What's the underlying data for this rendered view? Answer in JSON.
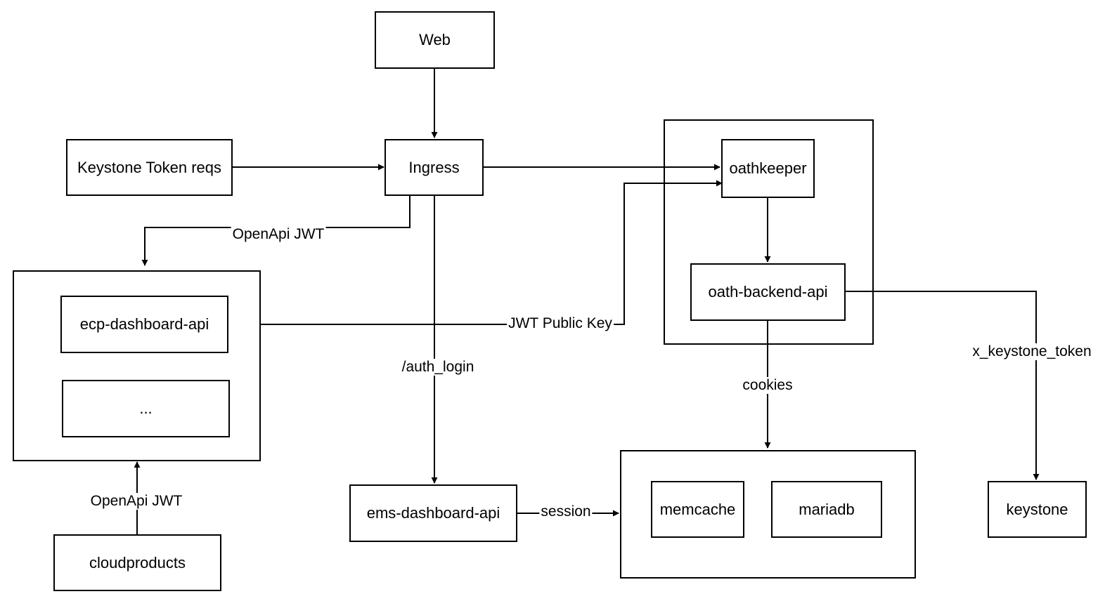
{
  "nodes": {
    "web": "Web",
    "ingress": "Ingress",
    "keystone_token_reqs": "Keystone Token reqs",
    "oathkeeper": "oathkeeper",
    "oath_backend_api": "oath-backend-api",
    "ecp_dashboard_api": "ecp-dashboard-api",
    "ellipsis": "...",
    "ems_dashboard_api": "ems-dashboard-api",
    "memcache": "memcache",
    "mariadb": "mariadb",
    "keystone": "keystone",
    "cloudproducts": "cloudproducts"
  },
  "edges": {
    "openapi_jwt_ingress": "OpenApi JWT",
    "jwt_public_key": "JWT Public Key",
    "auth_login": "/auth_login",
    "cookies": "cookies",
    "x_keystone_token": "x_keystone_token",
    "session": "session",
    "openapi_jwt_cloudproducts": "OpenApi JWT"
  }
}
